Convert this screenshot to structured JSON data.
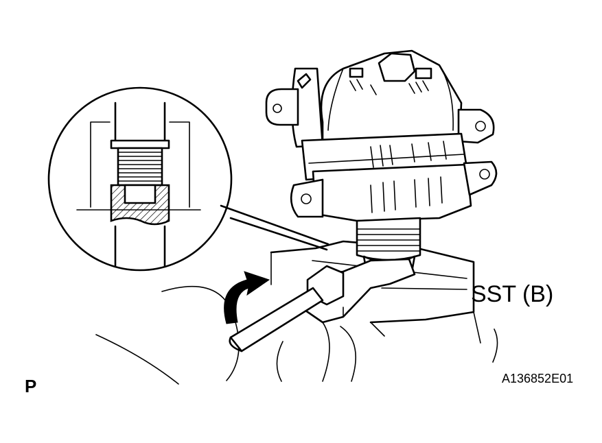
{
  "labels": {
    "sst": "SST (B)",
    "view_code": "P",
    "figure_id": "A136852E01"
  },
  "colors": {
    "ink": "#000000",
    "paper": "#ffffff"
  },
  "icons": {
    "rotation": "curved-arrow-icon"
  }
}
